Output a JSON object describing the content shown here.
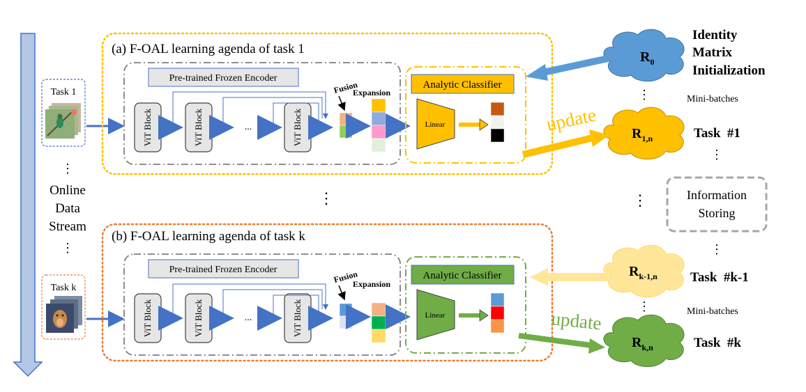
{
  "colors": {
    "stream_arrow": "#b4c7e7",
    "stream_arrow_stroke": "#4472c4",
    "blue_arrow": "#4472c4",
    "task1_frame": "#ffc000",
    "taskk_frame": "#ed7d31",
    "encoder_frame": "#7f7f7f",
    "classifier1": "#ffc000",
    "classifierk": "#70ad47",
    "cloud_blue": "#5b9bd5",
    "cloud_yellow": "#ffc000",
    "cloud_light_yellow": "#ffe699",
    "cloud_green": "#70ad47",
    "info_frame": "#a6a6a6"
  },
  "left": {
    "stream_label_lines": [
      "Online",
      "Data",
      "Stream"
    ],
    "task1_label": "Task 1",
    "taskk_label": "Task k",
    "task1_image": "bird-photo",
    "taskk_image": "dog-photo"
  },
  "agendas": [
    {
      "title": "(a) F-OAL learning agenda of task 1",
      "encoder_label": "Pre-trained Frozen Encoder",
      "vit_labels": [
        "ViT Block",
        "ViT Block",
        "ViT Block"
      ],
      "ellipsis": "...",
      "fusion_label": "Fusion",
      "expansion_label": "Expansion",
      "classifier_label": "Analytic Classifier",
      "linear_label": "Linear",
      "fusion_colors": [
        "#f4b183",
        "#92d050"
      ],
      "expansion_colors": [
        "#ffc000",
        "#8faadc",
        "#ff99cc",
        "#e2efda"
      ],
      "output_colors": [
        "#c55a11",
        "#f2f2f2",
        "#000000"
      ]
    },
    {
      "title": "(b) F-OAL learning agenda of task k",
      "encoder_label": "Pre-trained Frozen Encoder",
      "vit_labels": [
        "ViT Block",
        "ViT Block",
        "ViT Block"
      ],
      "ellipsis": "...",
      "fusion_label": "Fusion",
      "expansion_label": "Expansion",
      "classifier_label": "Analytic Classifier",
      "linear_label": "Linear",
      "fusion_colors": [
        "#5b9bd5",
        "#d9e1f2"
      ],
      "expansion_colors": [
        "#f4b183",
        "#00b050",
        "#ffd966"
      ],
      "output_colors": [
        "#5b9bd5",
        "#ff0000",
        "#f79646"
      ]
    }
  ],
  "right": {
    "r0": "R",
    "r0_sub": "0",
    "r1n": "R",
    "r1n_sub": "1,n",
    "rk1n": "R",
    "rk1n_sub": "k-1,n",
    "rkn": "R",
    "rkn_sub": "k,n",
    "init_lines": [
      "Identity",
      "Matrix",
      "Initialization"
    ],
    "minibatches_1": "Mini-batches",
    "minibatches_2": "Mini-batches",
    "task_1": "Task  #1",
    "task_k1": "Task  #k-1",
    "task_k": "Task  #k",
    "info_lines": [
      "Information",
      "Storing"
    ],
    "update_1": "update",
    "update_2": "update"
  }
}
